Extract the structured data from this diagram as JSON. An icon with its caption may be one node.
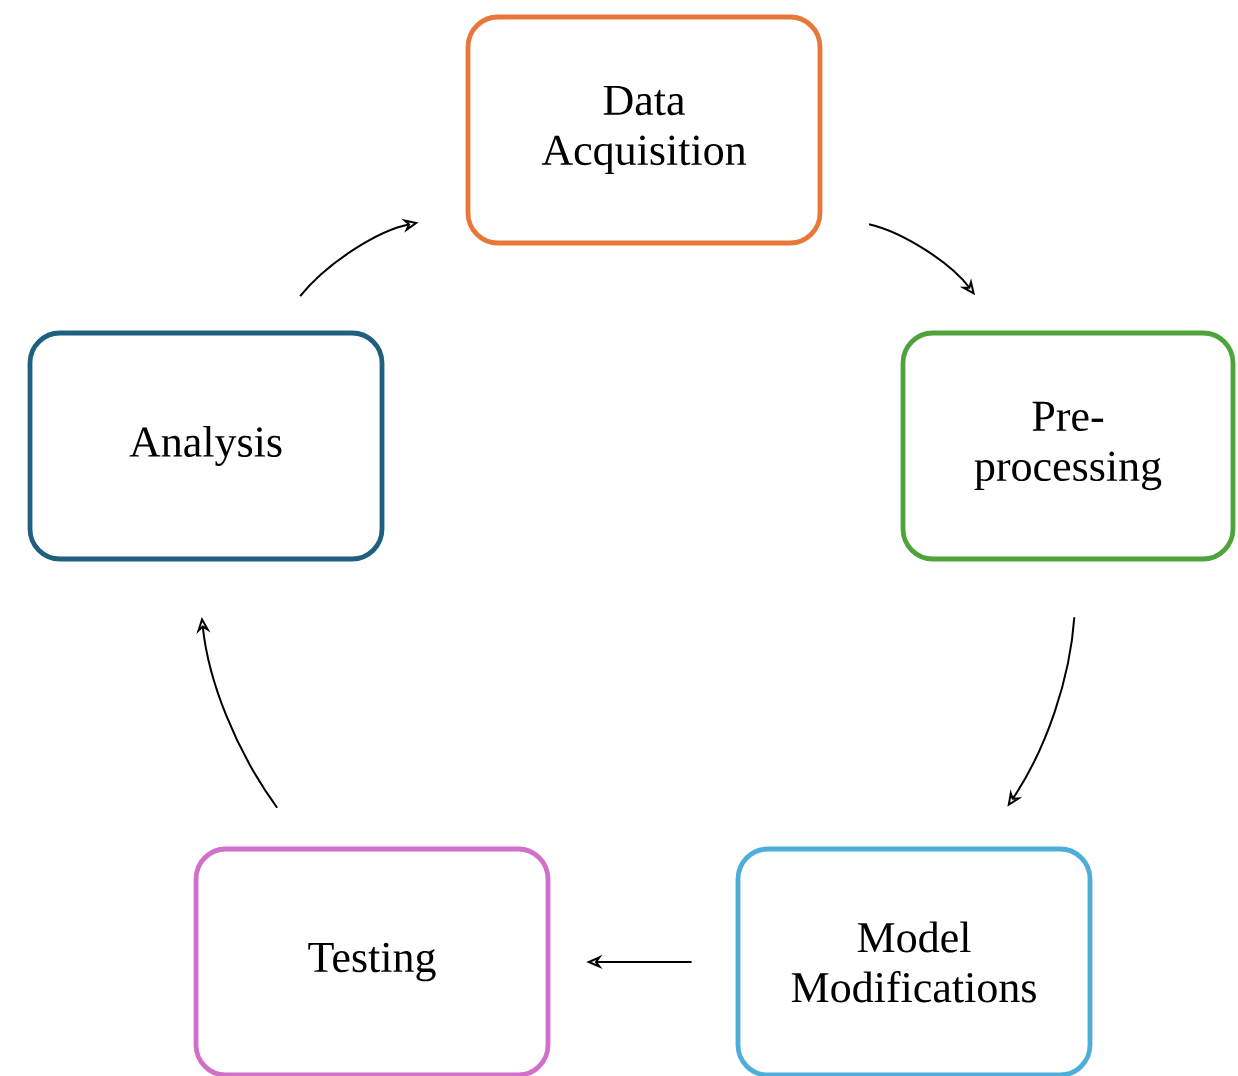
{
  "diagram": {
    "nodes": [
      {
        "text": [
          "Data Acquisition"
        ]
      },
      {
        "text": [
          "Pre-processing"
        ]
      },
      {
        "text": [
          "Model Modifications"
        ]
      },
      {
        "text": [
          "Testing"
        ]
      },
      {
        "text": [
          "Analysis"
        ]
      }
    ],
    "edges": [
      {
        "from": 0,
        "to": 1,
        "arrow": "to"
      },
      {
        "from": 1,
        "to": 2,
        "arrow": "to"
      },
      {
        "from": 2,
        "to": 3,
        "arrow": "to"
      },
      {
        "from": 3,
        "to": 4,
        "arrow": "to"
      },
      {
        "from": 4,
        "to": 0,
        "arrow": "to"
      }
    ]
  }
}
